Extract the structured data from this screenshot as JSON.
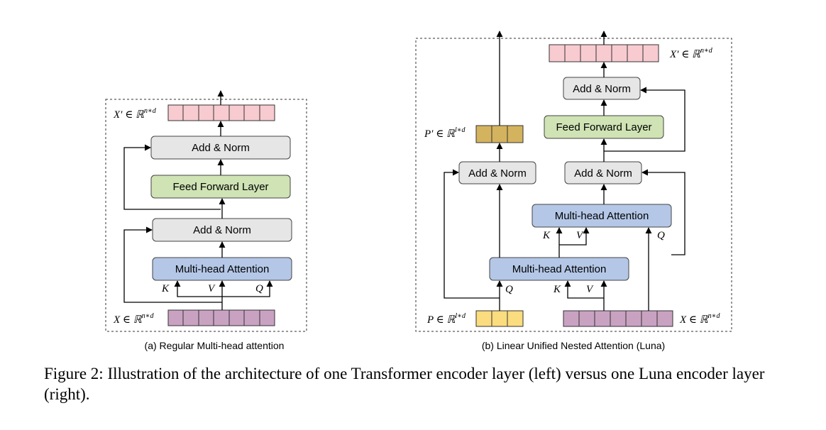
{
  "left": {
    "subcaption": "(a) Regular Multi-head attention",
    "blocks": {
      "add_norm_top": "Add & Norm",
      "feed_forward": "Feed Forward Layer",
      "add_norm_bottom": "Add & Norm",
      "attention": "Multi-head Attention"
    },
    "inputs": {
      "k": "K",
      "v": "V",
      "q": "Q"
    },
    "x_label": {
      "base": "X ∈ ℝ",
      "sup": "n∗d"
    },
    "xprime_label": {
      "base": "X′ ∈ ℝ",
      "sup": "n∗d"
    }
  },
  "right": {
    "subcaption": "(b) Linear Unified Nested Attention (Luna)",
    "blocks": {
      "add_norm_top": "Add & Norm",
      "feed_forward": "Feed Forward Layer",
      "add_norm_mid": "Add & Norm",
      "attention_upper": "Multi-head Attention",
      "add_norm_p": "Add & Norm",
      "attention_lower": "Multi-head Attention"
    },
    "inputs": {
      "upper_k": "K",
      "upper_v": "V",
      "upper_q": "Q",
      "lower_q": "Q",
      "lower_k": "K",
      "lower_v": "V"
    },
    "p_label": {
      "base": "P ∈ ℝ",
      "sup": "l∗d"
    },
    "pprime_label": {
      "base": "P′ ∈ ℝ",
      "sup": "l∗d"
    },
    "x_label": {
      "base": "X ∈ ℝ",
      "sup": "n∗d"
    },
    "xprime_label": {
      "base": "X′ ∈ ℝ",
      "sup": "n∗d"
    }
  },
  "caption": "Figure 2: Illustration of the architecture of one Transformer encoder layer (left) versus one Luna encoder layer (right).",
  "colors": {
    "pink": "#f8cbd0",
    "purple": "#c9a2c2",
    "gold": "#d4b35f",
    "yellow": "#fbdc7f",
    "gray_block": "#e6e6e6",
    "green_block": "#cfe3b4",
    "blue_block": "#b4c7e7"
  }
}
